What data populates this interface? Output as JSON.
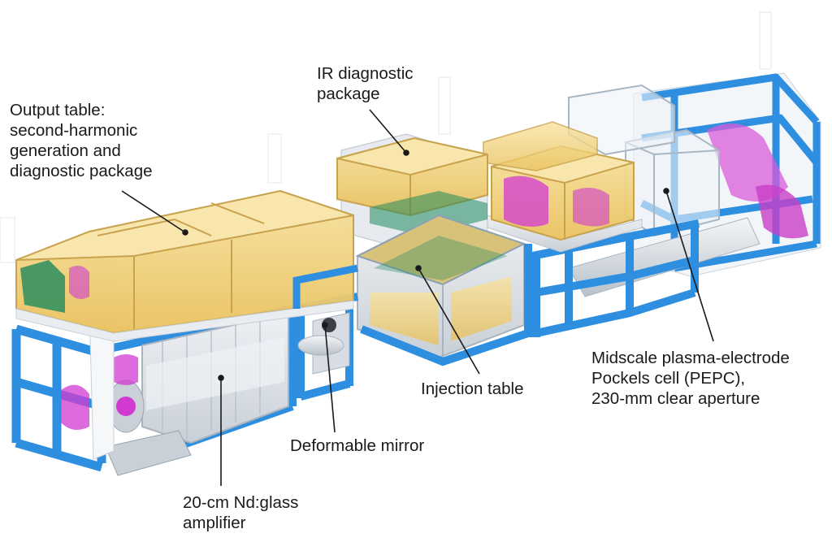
{
  "colors": {
    "frame_blue": "#2e8fe0",
    "frame_blue_dark": "#1f72c4",
    "enclosure_gold": "#f2d27a",
    "enclosure_gold_edge": "#c9a24e",
    "component_magenta": "#d13ad1",
    "component_teal": "#1f8a5c",
    "metal_grey": "#d7dde3",
    "leader_line": "#1a1a1a"
  },
  "labels": {
    "output_table": [
      "Output table:",
      "second-harmonic",
      "generation and",
      "diagnostic package"
    ],
    "ir_diagnostic": [
      "IR diagnostic",
      "package"
    ],
    "injection_table": [
      "Injection table"
    ],
    "midscale_pepc": [
      "Midscale plasma-electrode",
      "Pockels cell (PEPC),",
      "230-mm clear aperture"
    ],
    "deformable_mirror": [
      "Deformable mirror"
    ],
    "amplifier": [
      "20-cm Nd:glass",
      "amplifier"
    ]
  }
}
